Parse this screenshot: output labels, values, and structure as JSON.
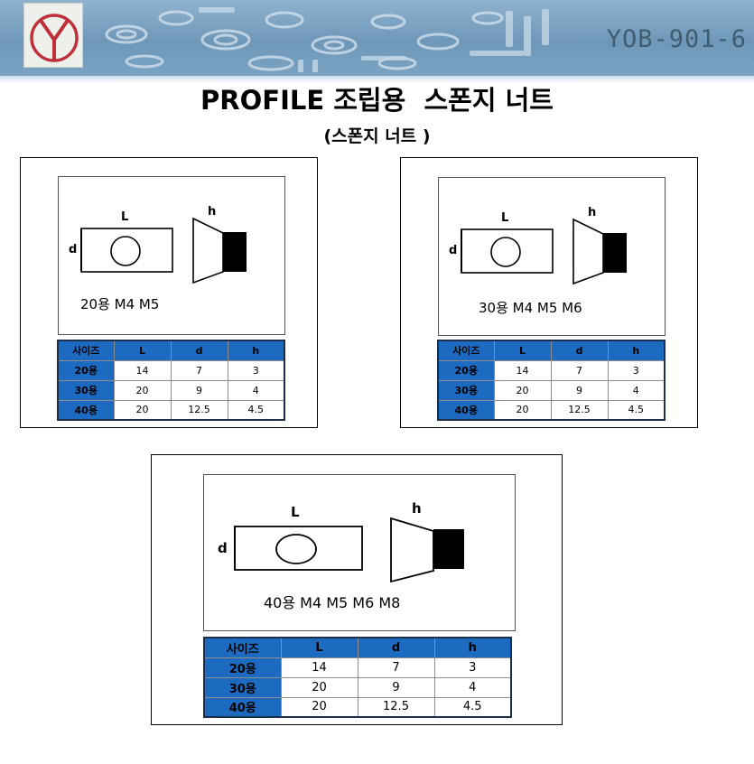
{
  "header": {
    "doc_code": "YOB-901-6",
    "brand_color": "#1d6bc1"
  },
  "title": "PROFILE 조립용  스폰지 너트",
  "subtitle": "(스폰지 너트 )",
  "diagram_labels": {
    "L": "L",
    "d": "d",
    "h": "h"
  },
  "table_headers": [
    "사이즈",
    "L",
    "d",
    "h"
  ],
  "table_rows": [
    {
      "size": "20용",
      "L": "14",
      "d": "7",
      "h": "3"
    },
    {
      "size": "30용",
      "L": "20",
      "d": "9",
      "h": "4"
    },
    {
      "size": "40용",
      "L": "20",
      "d": "12.5",
      "h": "4.5"
    }
  ],
  "products": [
    {
      "caption": "20용 M4 M5"
    },
    {
      "caption": "30용 M4 M5 M6"
    },
    {
      "caption": "40용 M4 M5 M6 M8"
    }
  ]
}
